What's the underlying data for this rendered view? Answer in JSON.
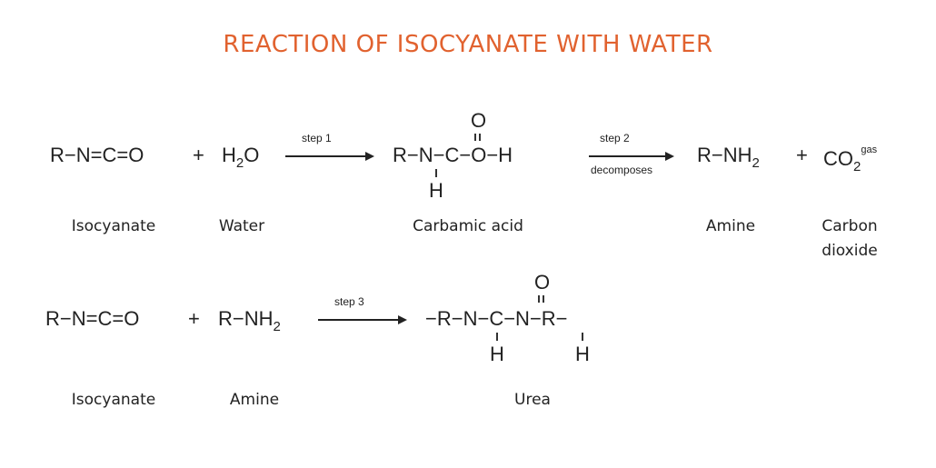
{
  "title": "REACTION OF ISOCYANATE WITH WATER",
  "row1": {
    "isocyanate": "R−N=C=O",
    "plus1": "+",
    "water_h": "H",
    "water_2": "2",
    "water_o": "O",
    "step1": "step 1",
    "carbamic_chain": "R−N−C−O−H",
    "carbamic_o": "O",
    "carbamic_h": "H",
    "step2": "step 2",
    "decomposes": "decomposes",
    "amine_main": "R−NH",
    "amine_2": "2",
    "plus2": "+",
    "co2_main": "CO",
    "co2_2": "2",
    "co2_gas": "gas",
    "labels": {
      "isocyanate": "Isocyanate",
      "water": "Water",
      "carbamic": "Carbamic acid",
      "amine": "Amine",
      "co2_line1": "Carbon",
      "co2_line2": "dioxide"
    }
  },
  "row2": {
    "isocyanate": "R−N=C=O",
    "plus": "+",
    "amine_main": "R−NH",
    "amine_2": "2",
    "step3": "step 3",
    "urea_chain": "−R−N−C−N−R−",
    "urea_o": "O",
    "urea_h1": "H",
    "urea_h2": "H",
    "labels": {
      "isocyanate": "Isocyanate",
      "amine": "Amine",
      "urea": "Urea"
    }
  },
  "colors": {
    "title": "#e1622f",
    "text": "#222222"
  }
}
